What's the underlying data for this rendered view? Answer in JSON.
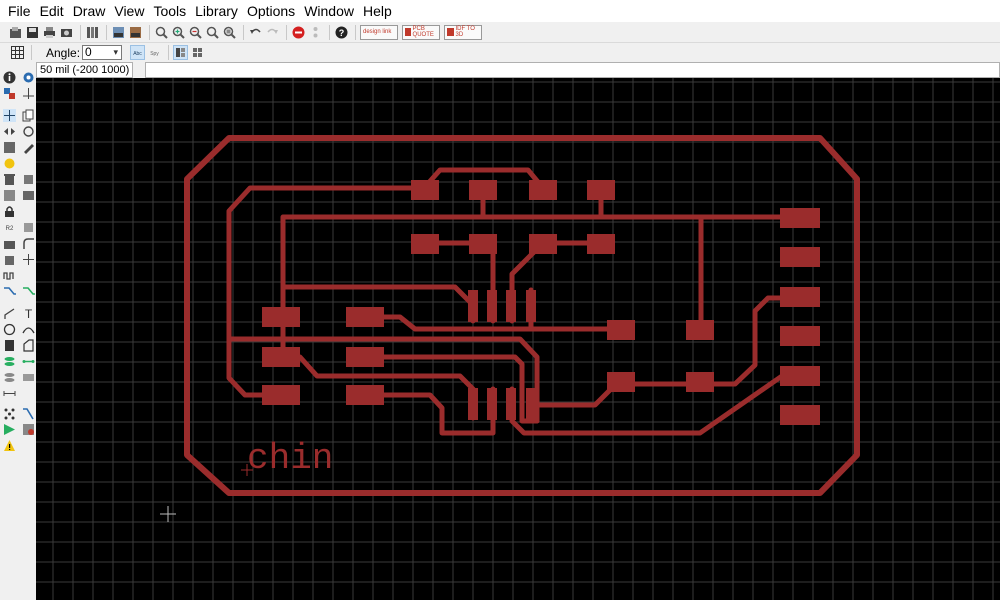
{
  "menu": [
    "File",
    "Edit",
    "Draw",
    "View",
    "Tools",
    "Library",
    "Options",
    "Window",
    "Help"
  ],
  "toolbar": {
    "angle_label": "Angle:",
    "angle_value": "0",
    "design_link_label": "design link",
    "pcb_quote_label": "PCB QUOTE",
    "idf_label": "IDF TO 3D"
  },
  "status": {
    "coordinates": "50 mil (-200 1000)",
    "command_value": ""
  },
  "board": {
    "text_label": "chin",
    "trace_color": "#9a2c2c",
    "grid_color": "#3a3a3a",
    "background_color": "#000000"
  }
}
